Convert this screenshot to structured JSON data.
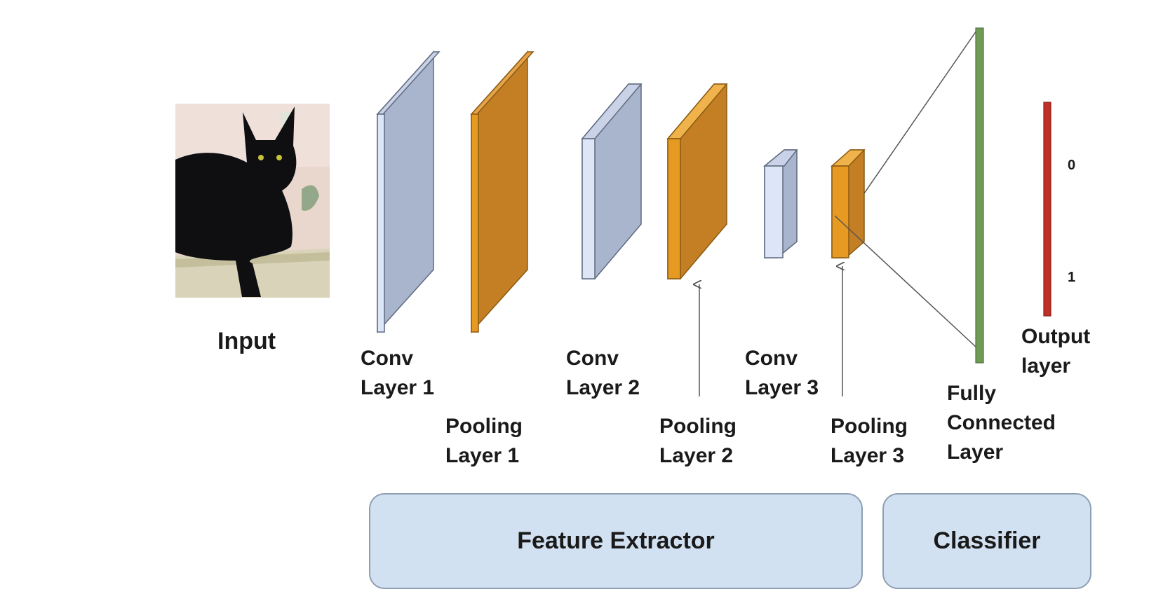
{
  "input": {
    "label": "Input",
    "image": "black-cat-photo"
  },
  "layers": [
    {
      "id": "conv1",
      "lines": [
        "Conv",
        "Layer 1"
      ],
      "kind": "conv"
    },
    {
      "id": "pool1",
      "lines": [
        "Pooling",
        "Layer 1"
      ],
      "kind": "pool"
    },
    {
      "id": "conv2",
      "lines": [
        "Conv",
        "Layer 2"
      ],
      "kind": "conv"
    },
    {
      "id": "pool2",
      "lines": [
        "Pooling",
        "Layer 2"
      ],
      "kind": "pool"
    },
    {
      "id": "conv3",
      "lines": [
        "Conv",
        "Layer 3"
      ],
      "kind": "conv"
    },
    {
      "id": "pool3",
      "lines": [
        "Pooling",
        "Layer 3"
      ],
      "kind": "pool"
    },
    {
      "id": "fc",
      "lines": [
        "Fully",
        "Connected",
        "Layer"
      ],
      "kind": "fc"
    },
    {
      "id": "out",
      "lines": [
        "Output",
        "layer"
      ],
      "kind": "output"
    }
  ],
  "output_scale": {
    "top": "0",
    "bottom": "1"
  },
  "groups": {
    "feature_extractor": "Feature Extractor",
    "classifier": "Classifier"
  },
  "colors": {
    "conv_front": "#dde6f6",
    "conv_side": "#a8b3cc",
    "conv_stroke": "#5f6a80",
    "pool_front": "#e79a22",
    "pool_side": "#c47f25",
    "pool_stroke": "#8a5a12",
    "fc": "#6f9b55",
    "output": "#c0302a",
    "group_box": "#d2e1f2"
  }
}
